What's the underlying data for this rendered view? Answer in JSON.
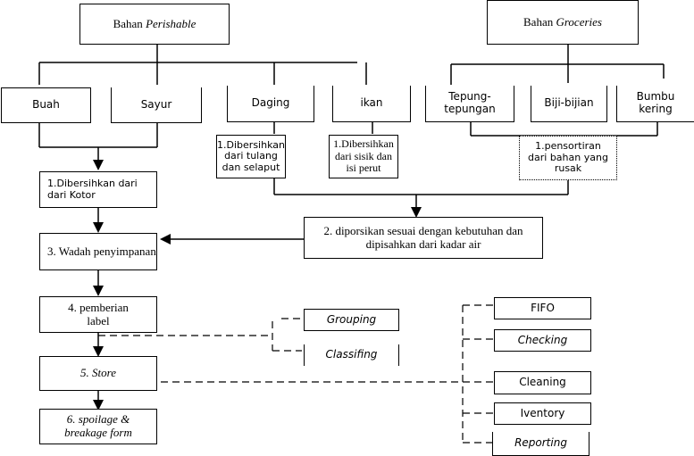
{
  "diagram": {
    "roots": {
      "perishable": {
        "prefix": "Bahan",
        "term": "Perishable"
      },
      "groceries": {
        "prefix": "Bahan",
        "term": "Groceries"
      }
    },
    "perishable_items": [
      "Buah",
      "Sayur",
      "Daging",
      "ikan"
    ],
    "groceries_items": [
      "Tepung-\ntepungan",
      "Biji-bijian",
      "Bumbu\nkering"
    ],
    "prep_steps": {
      "daging": "1.Dibersihkan dari tulang dan selaput",
      "ikan": "1.Dibersihkan dari sisik dan isi perut",
      "groceries": "1.pensortiran dari bahan yang rusak",
      "buah_sayur": "1.Dibersihkan dari dari Kotor"
    },
    "main_steps": {
      "step2": "2. diporsikan sesuai dengan kebutuhan dan dipisahkan dari kadar air",
      "step3": "3. Wadah penyimpanan",
      "step4": "4. pemberian label",
      "step5": "5. Store",
      "step6": "6. spoilage & breakage form"
    },
    "label_branches": [
      "Grouping",
      "Classifing"
    ],
    "store_branches": [
      "FIFO",
      "Checking",
      "Cleaning",
      "Iventory",
      "Reporting"
    ]
  }
}
